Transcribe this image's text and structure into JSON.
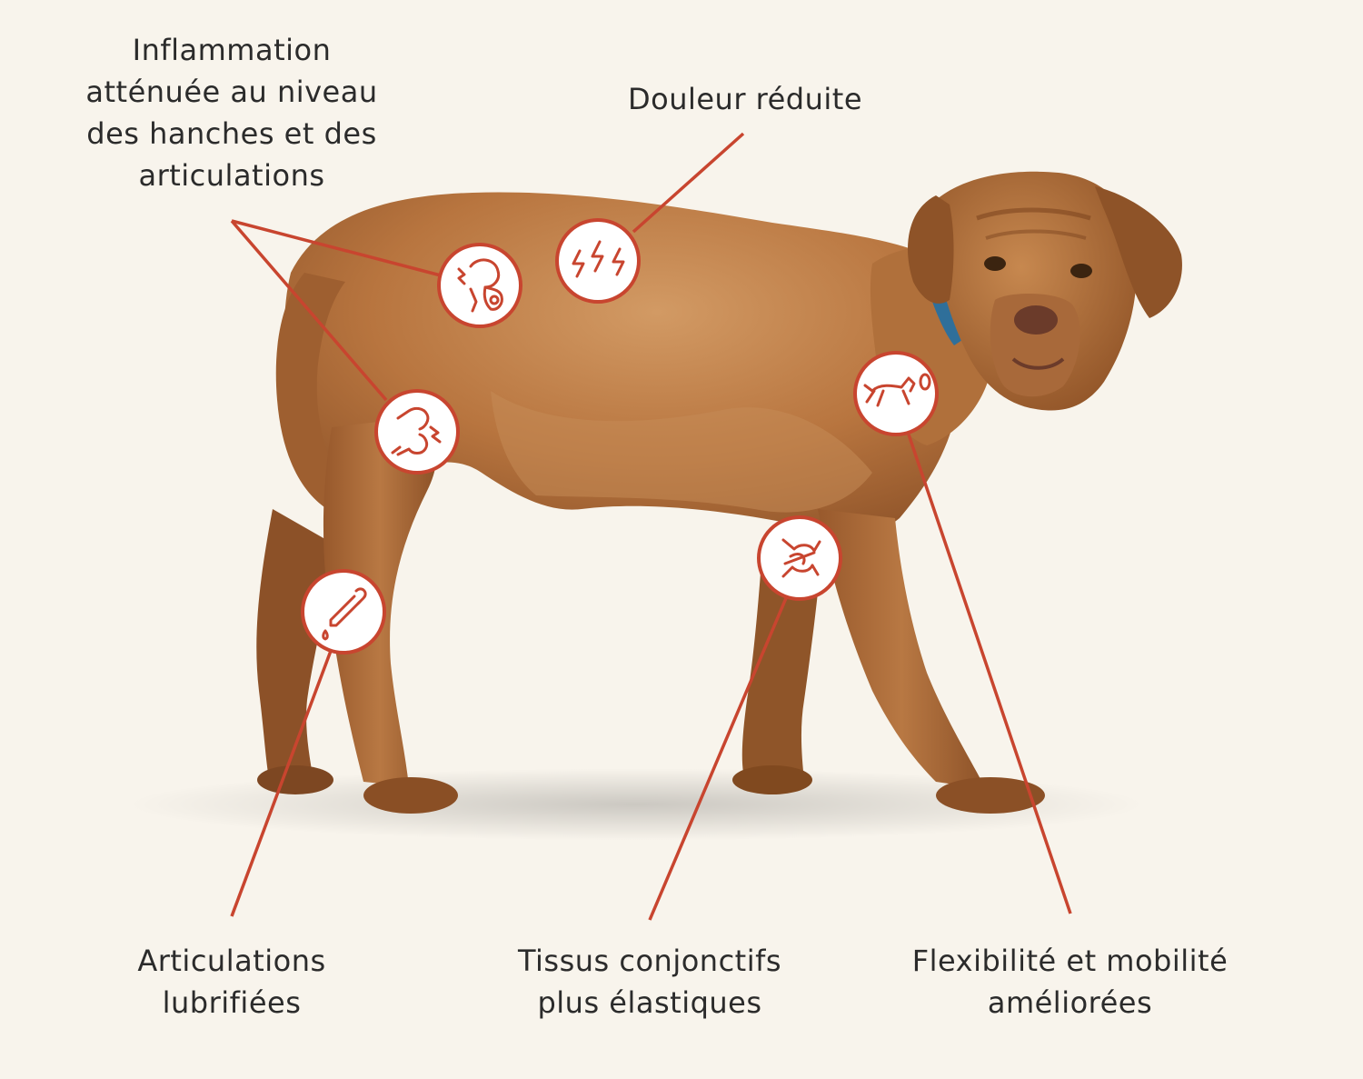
{
  "colors": {
    "background": "#f8f4ec",
    "accent": "#c8452f",
    "text": "#2b2b2b",
    "dog_fur": "#b8753f",
    "dog_fur_dark": "#8f5529",
    "dog_fur_light": "#cf9660"
  },
  "labels": {
    "inflammation": [
      "Inflammation",
      "atténuée au niveau",
      "des hanches et des",
      "articulations"
    ],
    "pain": [
      "Douleur réduite"
    ],
    "lubricated": [
      "Articulations",
      "lubrifiées"
    ],
    "tissues": [
      "Tissus conjonctifs",
      "plus élastiques"
    ],
    "flexibility": [
      "Flexibilité et mobilité",
      "améliorées"
    ]
  },
  "icons": {
    "hip_joint": "hip-joint-icon",
    "lightning": "lightning-pain-icon",
    "knee_joint": "knee-joint-icon",
    "dropper": "dropper-icon",
    "ligament": "ligament-icon",
    "running_dog": "running-dog-icon"
  }
}
